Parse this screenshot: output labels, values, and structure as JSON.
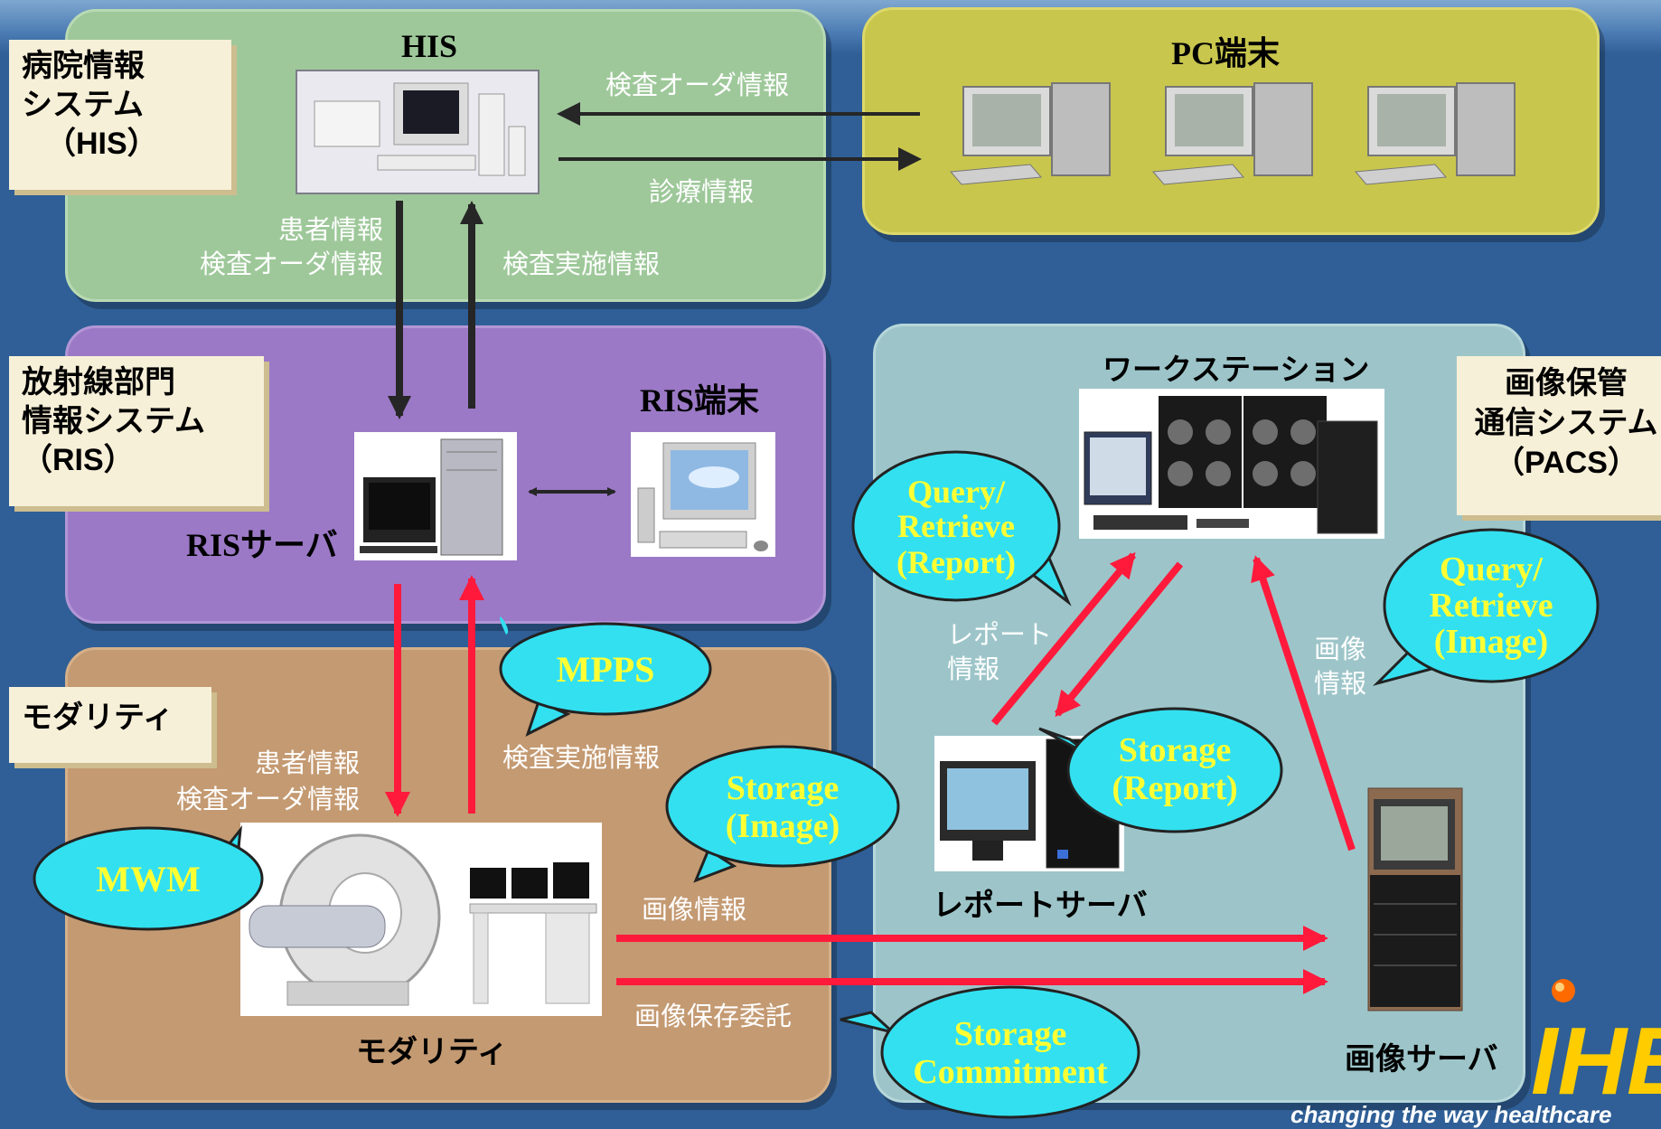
{
  "zones": {
    "his_tag": [
      "病院情報",
      "システム",
      "（HIS）"
    ],
    "ris_tag": [
      "放射線部門",
      "情報システム",
      "（RIS）"
    ],
    "modality_tag": "モダリティ",
    "pacs_tag": [
      "画像保管",
      "通信システム",
      "（PACS）"
    ]
  },
  "titles": {
    "his": "HIS",
    "pc": "PC端末",
    "ris_terminal": "RIS端末",
    "ris_server": "RISサーバ",
    "workstation": "ワークステーション",
    "report_server": "レポートサーバ",
    "modality": "モダリティ",
    "image_server": "画像サーバ"
  },
  "flows": {
    "order_info": "検査オーダ情報",
    "care_info": "診療情報",
    "patient_info_1": "患者情報",
    "order_info_2": "検査オーダ情報",
    "exam_done_1": "検査実施情報",
    "patient_info_2": "患者情報",
    "order_info_3": "検査オーダ情報",
    "exam_done_2": "検査実施情報",
    "image_info": "画像情報",
    "storage_commit": "画像保存委託",
    "report_info": [
      "レポート",
      "情報"
    ],
    "image_info_2": [
      "画像",
      "情報"
    ]
  },
  "callouts": {
    "mpps": [
      "MPPS"
    ],
    "mwm": [
      "MWM"
    ],
    "storage_image": [
      "Storage",
      "(Image)"
    ],
    "storage_commitment": [
      "Storage",
      "Commitment"
    ],
    "qr_report": [
      "Query/",
      "Retrieve",
      "(Report)"
    ],
    "storage_report": [
      "Storage",
      "(Report)"
    ],
    "qr_image": [
      "Query/",
      "Retrieve",
      "(Image)"
    ]
  },
  "logo": {
    "text": "IHE",
    "tagline": "changing the way healthcare"
  },
  "colors": {
    "background": "#2f5f96",
    "his_panel": "#9ec89a",
    "pc_panel": "#c9c64e",
    "ris_panel": "#9b79c6",
    "modality_panel": "#c49a72",
    "pacs_panel": "#9dc5c9",
    "callout_fill": "#33e0f0",
    "callout_text": "#ffff33",
    "red_arrow": "#ff1a3c",
    "black_arrow": "#262626"
  }
}
